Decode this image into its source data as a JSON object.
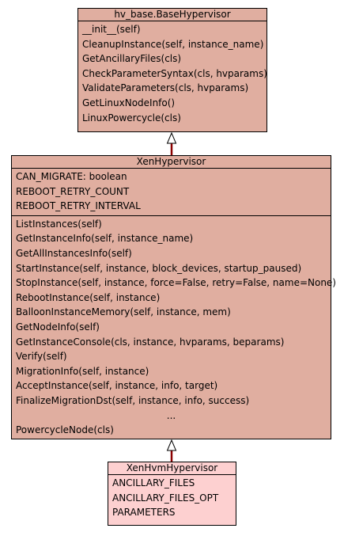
{
  "base_class": {
    "title": "hv_base.BaseHypervisor",
    "methods": [
      "__init__(self)",
      "CleanupInstance(self, instance_name)",
      "GetAncillaryFiles(cls)",
      "CheckParameterSyntax(cls, hvparams)",
      "ValidateParameters(cls, hvparams)",
      "GetLinuxNodeInfo()",
      "LinuxPowercycle(cls)"
    ]
  },
  "xen_class": {
    "title": "XenHypervisor",
    "attributes": [
      "CAN_MIGRATE: boolean",
      "REBOOT_RETRY_COUNT",
      "REBOOT_RETRY_INTERVAL"
    ],
    "methods": [
      "ListInstances(self)",
      "GetInstanceInfo(self, instance_name)",
      "GetAllInstancesInfo(self)",
      "StartInstance(self, instance, block_devices, startup_paused)",
      "StopInstance(self, instance, force=False, retry=False, name=None)",
      "RebootInstance(self, instance)",
      "BalloonInstanceMemory(self, instance, mem)",
      "GetNodeInfo(self)",
      "GetInstanceConsole(cls, instance, hvparams, beparams)",
      "Verify(self)",
      "MigrationInfo(self, instance)",
      "AcceptInstance(self, instance, info, target)",
      "FinalizeMigrationDst(self, instance, info, success)",
      "...",
      "PowercycleNode(cls)"
    ]
  },
  "hvm_class": {
    "title": "XenHvmHypervisor",
    "attributes": [
      "ANCILLARY_FILES",
      "ANCILLARY_FILES_OPT",
      "PARAMETERS"
    ]
  },
  "colors": {
    "class_fill": "#e0aea0",
    "subclass_fill": "#fdd0d0",
    "inheritance_line": "#8b0000"
  }
}
